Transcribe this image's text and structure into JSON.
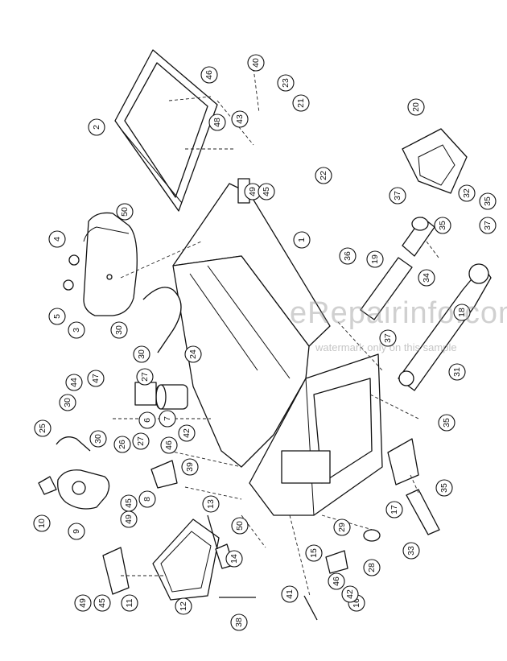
{
  "diagram": {
    "callouts": [
      {
        "id": "40",
        "label": "40"
      },
      {
        "id": "46a",
        "label": "46"
      },
      {
        "id": "23",
        "label": "23"
      },
      {
        "id": "21",
        "label": "21"
      },
      {
        "id": "2",
        "label": "2"
      },
      {
        "id": "48",
        "label": "48"
      },
      {
        "id": "43",
        "label": "43"
      },
      {
        "id": "49a",
        "label": "49"
      },
      {
        "id": "45a",
        "label": "45"
      },
      {
        "id": "22",
        "label": "22"
      },
      {
        "id": "20",
        "label": "20"
      },
      {
        "id": "37a",
        "label": "37"
      },
      {
        "id": "32",
        "label": "32"
      },
      {
        "id": "35a",
        "label": "35"
      },
      {
        "id": "35b",
        "label": "35"
      },
      {
        "id": "37b",
        "label": "37"
      },
      {
        "id": "50a",
        "label": "50"
      },
      {
        "id": "4",
        "label": "4"
      },
      {
        "id": "1",
        "label": "1"
      },
      {
        "id": "36",
        "label": "36"
      },
      {
        "id": "19",
        "label": "19"
      },
      {
        "id": "34",
        "label": "34"
      },
      {
        "id": "5",
        "label": "5"
      },
      {
        "id": "3",
        "label": "3"
      },
      {
        "id": "30a",
        "label": "30"
      },
      {
        "id": "18",
        "label": "18"
      },
      {
        "id": "37c",
        "label": "37"
      },
      {
        "id": "24",
        "label": "24"
      },
      {
        "id": "30b",
        "label": "30"
      },
      {
        "id": "27a",
        "label": "27"
      },
      {
        "id": "44",
        "label": "44"
      },
      {
        "id": "47",
        "label": "47"
      },
      {
        "id": "31",
        "label": "31"
      },
      {
        "id": "30c",
        "label": "30"
      },
      {
        "id": "6",
        "label": "6"
      },
      {
        "id": "7",
        "label": "7"
      },
      {
        "id": "35c",
        "label": "35"
      },
      {
        "id": "25",
        "label": "25"
      },
      {
        "id": "42a",
        "label": "42"
      },
      {
        "id": "30d",
        "label": "30"
      },
      {
        "id": "27b",
        "label": "27"
      },
      {
        "id": "26",
        "label": "26"
      },
      {
        "id": "46b",
        "label": "46"
      },
      {
        "id": "39",
        "label": "39"
      },
      {
        "id": "8",
        "label": "8"
      },
      {
        "id": "10",
        "label": "10"
      },
      {
        "id": "13",
        "label": "13"
      },
      {
        "id": "45b",
        "label": "45"
      },
      {
        "id": "49b",
        "label": "49"
      },
      {
        "id": "17",
        "label": "17"
      },
      {
        "id": "35d",
        "label": "35"
      },
      {
        "id": "9",
        "label": "9"
      },
      {
        "id": "50b",
        "label": "50"
      },
      {
        "id": "29",
        "label": "29"
      },
      {
        "id": "33",
        "label": "33"
      },
      {
        "id": "14",
        "label": "14"
      },
      {
        "id": "15",
        "label": "15"
      },
      {
        "id": "28",
        "label": "28"
      },
      {
        "id": "46c",
        "label": "46"
      },
      {
        "id": "16",
        "label": "16"
      },
      {
        "id": "49c",
        "label": "49"
      },
      {
        "id": "45c",
        "label": "45"
      },
      {
        "id": "11",
        "label": "11"
      },
      {
        "id": "12",
        "label": "12"
      },
      {
        "id": "38",
        "label": "38"
      },
      {
        "id": "41",
        "label": "41"
      },
      {
        "id": "42b",
        "label": "42"
      }
    ]
  },
  "watermark": {
    "main": "eRepairinfo.com",
    "sub": "watermark only on this sample"
  }
}
